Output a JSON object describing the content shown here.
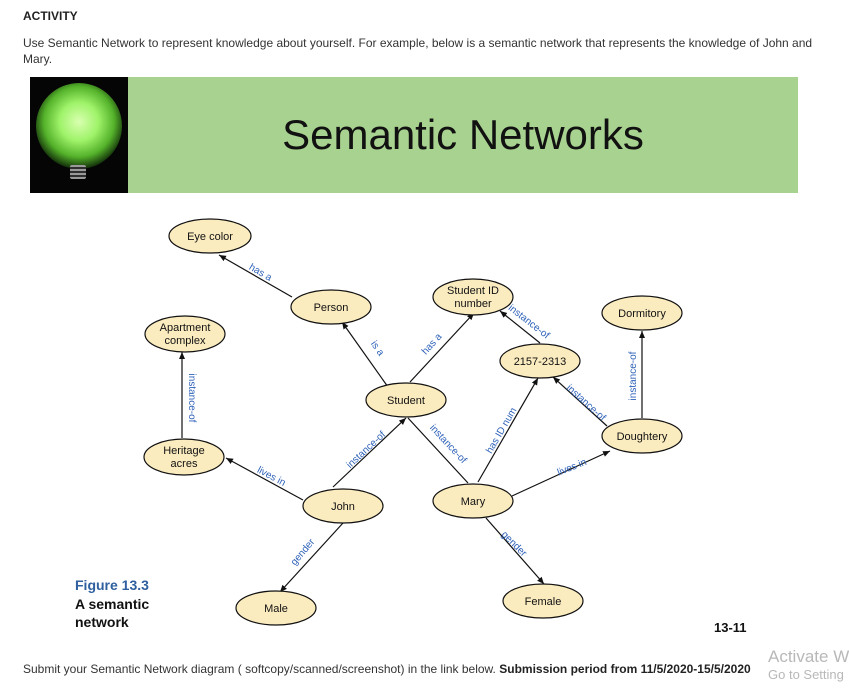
{
  "heading": "ACTIVITY",
  "intro": "Use Semantic Network to represent knowledge about yourself. For example, below is a semantic network that represents the knowledge of John and Mary.",
  "banner": {
    "title": "Semantic Networks"
  },
  "diagram": {
    "nodes": {
      "eye_color": [
        "Eye color"
      ],
      "person": [
        "Person"
      ],
      "student_id": [
        "Student ID",
        "number"
      ],
      "dormitory": [
        "Dormitory"
      ],
      "apartment": [
        "Apartment",
        "complex"
      ],
      "num_2157": [
        "2157-2313"
      ],
      "student": [
        "Student"
      ],
      "heritage": [
        "Heritage",
        "acres"
      ],
      "doughtery": [
        "Doughtery"
      ],
      "john": [
        "John"
      ],
      "mary": [
        "Mary"
      ],
      "male": [
        "Male"
      ],
      "female": [
        "Female"
      ]
    },
    "edges": {
      "person_eye": "has a",
      "student_person": "is a",
      "student_id": "has a",
      "num_id": "instance-of",
      "dough_dorm": "instance-of",
      "heritage_apartment": "instance-of",
      "dough_num": "instance-of",
      "john_student": "instance-of",
      "mary_student": "instance-of",
      "mary_num": "has ID num",
      "john_heritage": "lives in",
      "mary_dough": "lives in",
      "john_male": "gender",
      "mary_female": "gender"
    }
  },
  "figure": {
    "number": "Figure 13.3",
    "caption_line1": "A semantic",
    "caption_line2": "network"
  },
  "page_number": "13-11",
  "footer": {
    "text": "Submit your Semantic Network diagram ( softcopy/scanned/screenshot) in the link below. ",
    "bold": "Submission period from 11/5/2020-15/5/2020"
  },
  "watermark": {
    "line1": "Activate W",
    "line2": "Go to Setting"
  }
}
